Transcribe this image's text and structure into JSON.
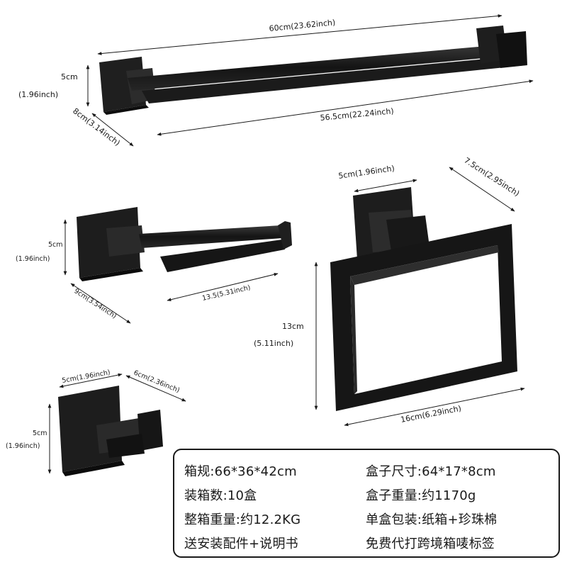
{
  "dimensions": {
    "towel_bar": {
      "overall_length": "60cm(23.62inch)",
      "bar_length": "56.5cm(22.24inch)",
      "height_cm": "5cm",
      "height_in": "(1.96inch)",
      "depth": "8cm(3.14inch)"
    },
    "paper_holder": {
      "height_cm": "5cm",
      "height_in": "(1.96inch)",
      "depth": "9cm(3.54inch)",
      "length": "13.5(5.31inch)"
    },
    "towel_ring": {
      "plate_width": "5cm(1.96inch)",
      "depth": "7.5cm(2.95inch)",
      "height_cm": "13cm",
      "height_in": "(5.11inch)",
      "width": "16cm(6.29inch)"
    },
    "robe_hook": {
      "plate_width": "5cm(1.96inch)",
      "depth": "6cm(2.36inch)",
      "height_cm": "5cm",
      "height_in": "(1.96inch)"
    }
  },
  "specs": {
    "left": [
      "箱规:66*36*42cm",
      "装箱数:10盒",
      "整箱重量:约12.2KG",
      "送安装配件+说明书"
    ],
    "right": [
      "盒子尺寸:64*17*8cm",
      "盒子重量:约1170g",
      "单盒包装:纸箱+珍珠棉",
      "免费代打跨境箱唛标签"
    ]
  }
}
